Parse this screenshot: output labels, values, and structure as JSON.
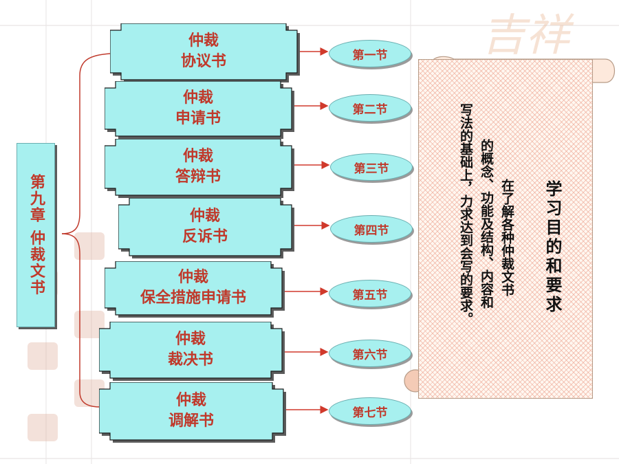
{
  "chapter": {
    "title": "第九章  仲裁文书"
  },
  "documents": [
    {
      "line1": "仲裁",
      "line2": "协议书",
      "section": "第一节"
    },
    {
      "line1": "仲裁",
      "line2": "申请书",
      "section": "第二节"
    },
    {
      "line1": "仲裁",
      "line2": "答辩书",
      "section": "第三节"
    },
    {
      "line1": "仲裁",
      "line2": "反诉书",
      "section": "第四节"
    },
    {
      "line1": "仲裁",
      "line2": "保全措施申请书",
      "section": "第五节"
    },
    {
      "line1": "仲裁",
      "line2": "裁决书",
      "section": "第六节"
    },
    {
      "line1": "仲裁",
      "line2": "调解书",
      "section": "第七节"
    }
  ],
  "scroll": {
    "title": "学习目的和要求",
    "col1": "在了解各种仲裁文书",
    "col2": "的概念、功能及结构、内容和",
    "col3": "写法的基础上，力求达到会写的要求。"
  },
  "colors": {
    "box_fill": "#a7f0ef",
    "text_red": "#c0392b",
    "arrow": "#d0392b",
    "bracket": "#c0392b"
  }
}
